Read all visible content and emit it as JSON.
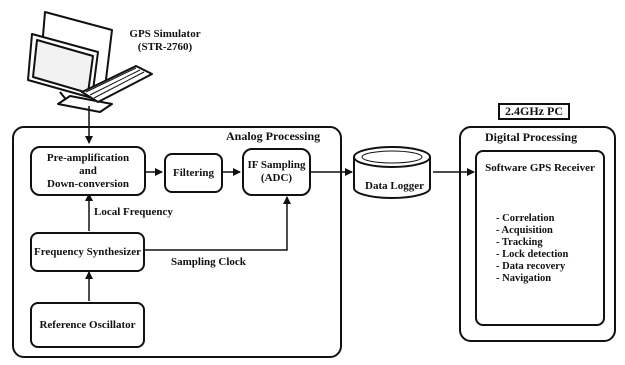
{
  "computer": {
    "label": "GPS Simulator\n(STR-2760)"
  },
  "analog": {
    "title": "Analog Processing",
    "preamp": "Pre-amplification\nand\nDown-conversion",
    "filtering": "Filtering",
    "if_sampling": "IF Sampling\n(ADC)",
    "synth": "Frequency Synthesizer",
    "ref_osc": "Reference Oscillator",
    "local_freq": "Local Frequency",
    "sampling_clock": "Sampling Clock"
  },
  "logger": {
    "label": "Data Logger"
  },
  "digital": {
    "pc_tag": "2.4GHz PC",
    "title": "Digital Processing",
    "receiver_title": "Software GPS Receiver",
    "features": [
      "- Correlation",
      "- Acquisition",
      "- Tracking",
      "- Lock detection",
      "- Data recovery",
      "- Navigation"
    ]
  }
}
